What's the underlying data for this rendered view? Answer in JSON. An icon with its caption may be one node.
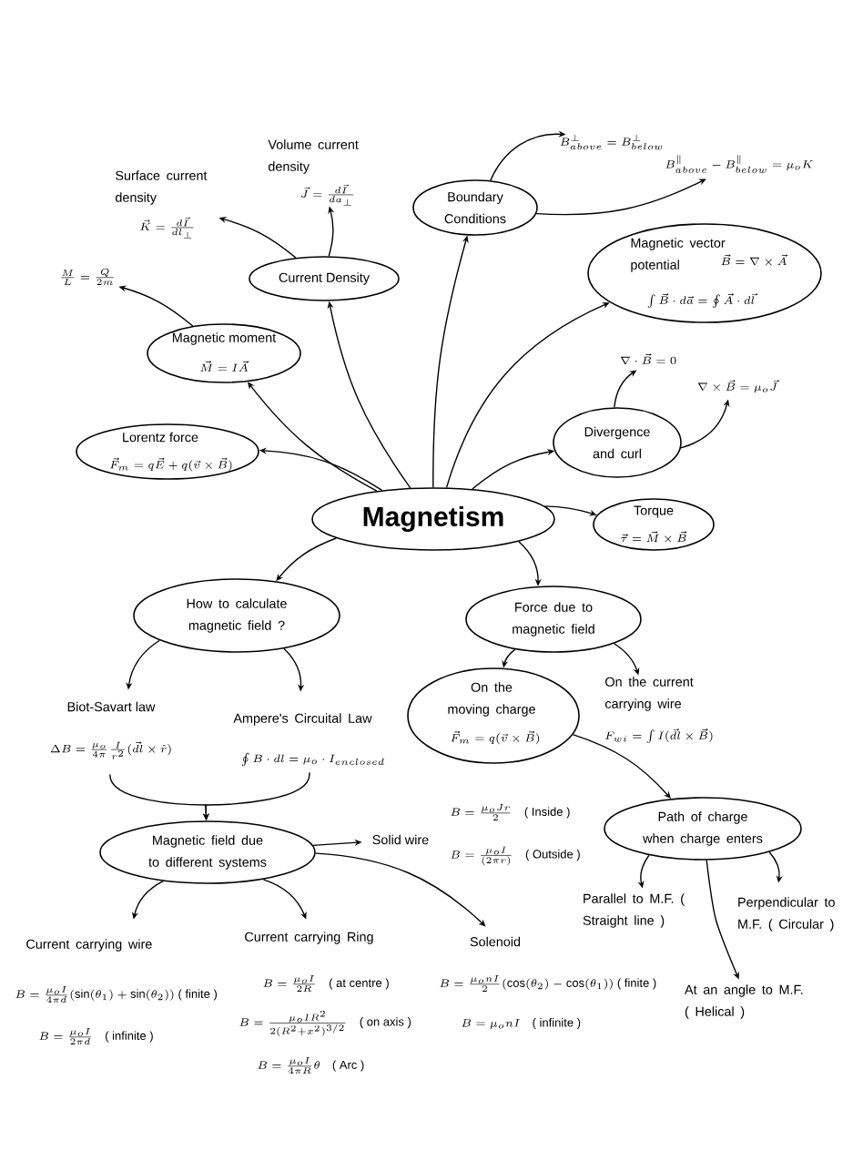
{
  "diagram": {
    "nodes": [
      {
        "text": [
          "Magnetism"
        ]
      },
      {
        "text": [
          "Current Density"
        ]
      },
      {
        "text": [
          "Surface current density",
          "\\vec{K}=\\frac{d\\vec{I}}{dl_{\\perp}}"
        ]
      },
      {
        "text": [
          "Volume current density",
          "\\vec{J}=\\frac{d\\vec{I}}{da_{\\perp}}"
        ]
      },
      {
        "text": [
          "Magnetic moment",
          "\\vec{M}=I\\vec{A}"
        ]
      },
      {
        "text": [
          "\\frac{M}{L}=\\frac{Q}{2m}"
        ]
      },
      {
        "text": [
          "Lorentz force",
          "\\vec{F}_{m}=q\\vec{E}+q(\\vec{v}\\times\\vec{B})"
        ]
      },
      {
        "text": [
          "Boundary Conditions"
        ]
      },
      {
        "text": [
          "B^{\\perp}_{above}=B^{\\perp}_{below}"
        ]
      },
      {
        "text": [
          "B^{\\parallel}_{above}-B^{\\parallel}_{below}=\\mu_{o}K"
        ]
      },
      {
        "text": [
          "Magnetic vector potential",
          "\\vec{B}=\\nabla\\times\\vec{A}",
          "\\int\\vec{B}\\cdot d\\vec{a}=\\oint\\vec{A}\\cdot d\\vec{l}"
        ]
      },
      {
        "text": [
          "\\nabla\\cdot\\vec{B}=0"
        ]
      },
      {
        "text": [
          "\\nabla\\times\\vec{B}=\\mu_{o}\\vec{J}"
        ]
      },
      {
        "text": [
          "Divergence and curl"
        ]
      },
      {
        "text": [
          "Torque",
          "\\vec{\\tau}=\\vec{M}\\times\\vec{B}"
        ]
      },
      {
        "text": [
          "How to calculate magnetic field ?"
        ]
      },
      {
        "text": [
          "Biot-Savart law",
          "\\Delta B=\\frac{\\mu_{o}}{4\\pi}\\frac{I}{r^{2}}(\\vec{dl}\\times\\hat{r})"
        ]
      },
      {
        "text": [
          "Ampere's Circuital Law",
          "\\oint B\\cdot dl=\\mu_{o}\\cdot I_{enclosed}"
        ]
      },
      {
        "text": [
          "Magnetic field due to different systems"
        ]
      },
      {
        "text": [
          "Solid wire",
          "B=\\frac{\\mu_{o}Jr}{2}\\quad\\mbox{( Inside )}",
          "B=\\frac{\\mu_{o}I}{(2\\pi r)}\\quad\\mbox{( Outside )}"
        ]
      },
      {
        "text": [
          "Current carrying wire",
          "B=\\frac{\\mu_{o}I}{4\\pi d}(\\sin(\\theta_{1})+\\sin(\\theta_{2}))\\ \\mbox{( finite )}",
          "B=\\frac{\\mu_{o}I}{2\\pi d}\\quad\\mbox{( infinite )}"
        ]
      },
      {
        "text": [
          "Current carrying Ring",
          "B=\\frac{\\mu_{o}I}{2R}\\quad\\mbox{( at centre )}",
          "B=\\frac{\\mu_{o}IR^{2}}{2(R^{2}+x^{2})^{3/2}}\\quad\\mbox{( on axis )}",
          "B=\\frac{\\mu_{o}I}{4\\pi R}\\theta\\quad\\mbox{( Arc )}"
        ]
      },
      {
        "text": [
          "Solenoid",
          "B=\\frac{\\mu_{o}nI}{2}(\\cos(\\theta_{2})-\\cos(\\theta_{1}))\\ \\mbox{( finite )}",
          "B=\\mu_{o}nI\\quad\\mbox{( infinite )}"
        ]
      },
      {
        "text": [
          "Force due to magnetic field"
        ]
      },
      {
        "text": [
          "On the moving charge",
          "\\vec{F}_{m}=q(\\vec{v}\\times\\vec{B})"
        ]
      },
      {
        "text": [
          "On the current carrying wire",
          "F_{wi}=\\int I(\\vec{dl}\\times\\vec{B})"
        ]
      },
      {
        "text": [
          "Path of charge when charge enters"
        ]
      },
      {
        "text": [
          "Parallel to M.F. ( Straight line )"
        ]
      },
      {
        "text": [
          "Perpendicular to M.F. ( Circular )"
        ]
      },
      {
        "text": [
          "At an angle to M.F. ( Helical )"
        ]
      }
    ],
    "edges": [
      {
        "from": 0,
        "to": 1,
        "arrow": "to"
      },
      {
        "from": 0,
        "to": 4,
        "arrow": "to"
      },
      {
        "from": 0,
        "to": 6,
        "arrow": "to"
      },
      {
        "from": 0,
        "to": 7,
        "arrow": "to"
      },
      {
        "from": 0,
        "to": 10,
        "arrow": "to"
      },
      {
        "from": 0,
        "to": 13,
        "arrow": "to"
      },
      {
        "from": 0,
        "to": 14,
        "arrow": "to"
      },
      {
        "from": 0,
        "to": 15,
        "arrow": "to"
      },
      {
        "from": 0,
        "to": 23,
        "arrow": "to"
      },
      {
        "from": 1,
        "to": 2,
        "arrow": "to"
      },
      {
        "from": 1,
        "to": 3,
        "arrow": "to"
      },
      {
        "from": 4,
        "to": 5,
        "arrow": "to"
      },
      {
        "from": 7,
        "to": 8,
        "arrow": "to"
      },
      {
        "from": 7,
        "to": 9,
        "arrow": "to"
      },
      {
        "from": 13,
        "to": 11,
        "arrow": "to"
      },
      {
        "from": 13,
        "to": 12,
        "arrow": "to"
      },
      {
        "from": 15,
        "to": 16,
        "arrow": "to"
      },
      {
        "from": 15,
        "to": 17,
        "arrow": "to"
      },
      {
        "from": 16,
        "to": 18,
        "arrow": "to"
      },
      {
        "from": 17,
        "to": 18,
        "arrow": "to"
      },
      {
        "from": 18,
        "to": 19,
        "arrow": "to"
      },
      {
        "from": 18,
        "to": 20,
        "arrow": "to"
      },
      {
        "from": 18,
        "to": 21,
        "arrow": "to"
      },
      {
        "from": 18,
        "to": 22,
        "arrow": "to"
      },
      {
        "from": 23,
        "to": 24,
        "arrow": "to"
      },
      {
        "from": 23,
        "to": 25,
        "arrow": "to"
      },
      {
        "from": 24,
        "to": 26,
        "arrow": "to"
      },
      {
        "from": 26,
        "to": 27,
        "arrow": "to"
      },
      {
        "from": 26,
        "to": 28,
        "arrow": "to"
      },
      {
        "from": 26,
        "to": 29,
        "arrow": "to"
      }
    ]
  }
}
